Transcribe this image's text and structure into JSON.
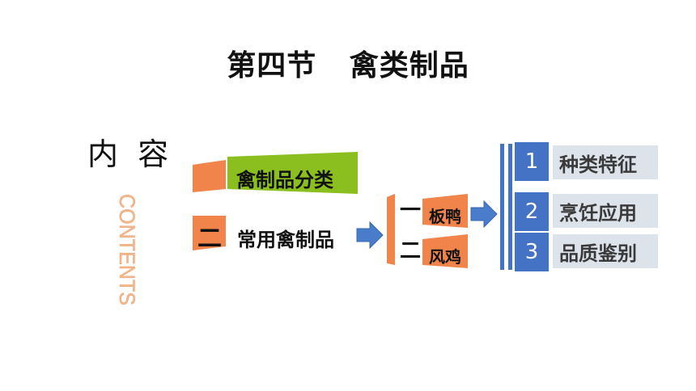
{
  "title": "第四节   禽类制品",
  "contents_heading": "内  容",
  "contents_vertical": "CONTENTS",
  "items": [
    {
      "numeral": "",
      "label": "禽制品分类"
    },
    {
      "numeral": "二",
      "label": "常用禽制品"
    }
  ],
  "sub_items": [
    {
      "numeral": "一",
      "label": "板鸭"
    },
    {
      "numeral": "二",
      "label": "风鸡"
    }
  ],
  "features": [
    {
      "num": "1",
      "label": "种类特征"
    },
    {
      "num": "2",
      "label": "烹饪应用"
    },
    {
      "num": "3",
      "label": "品质鉴别"
    }
  ],
  "colors": {
    "orange": "#f0844a",
    "green": "#8bbf1f",
    "blue": "#4472c4",
    "light_gray": "#dde3ea",
    "contents_orange": "#f3b88c"
  }
}
